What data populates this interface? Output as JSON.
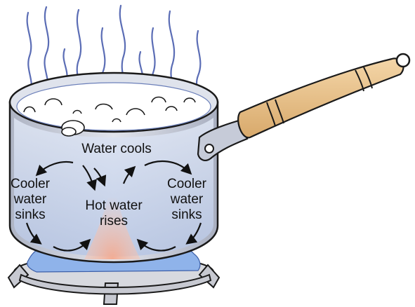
{
  "labels": {
    "top": "Water cools",
    "left": [
      "Cooler",
      "water",
      "sinks"
    ],
    "center": [
      "Hot water",
      "rises"
    ],
    "right": [
      "Cooler",
      "water",
      "sinks"
    ]
  },
  "colors": {
    "outline": "#1a1a1a",
    "pot_body": "#c6cbd8",
    "water": "#b9c9e8",
    "handle_wood": "#e9c28c",
    "flame": "#8fb3ea",
    "heat": "#f2a98c",
    "steam": "#5b6db5"
  }
}
